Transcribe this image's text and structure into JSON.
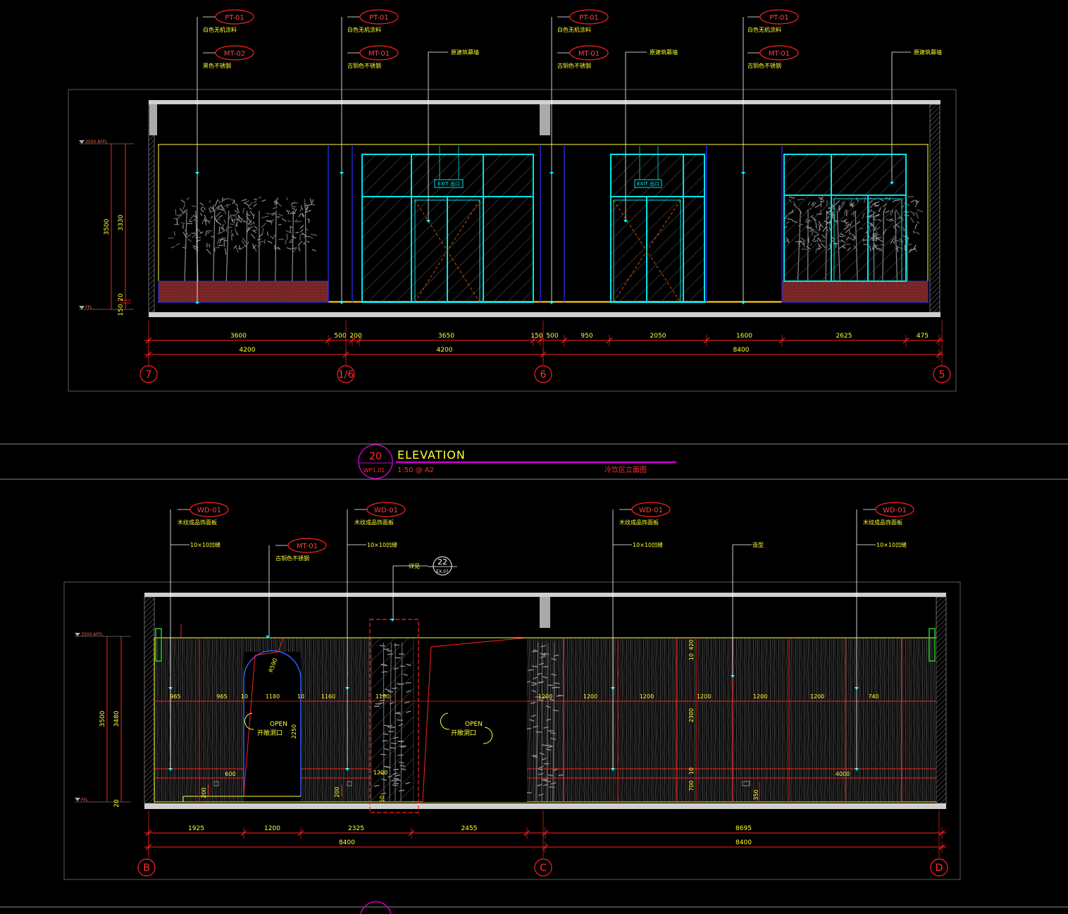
{
  "colors": {
    "background": "#000000",
    "dimension": "#ff2020",
    "text": "#ffff33",
    "glass_frame": "#00e5e5",
    "wall": "#c8c8c8",
    "wood_panel": "#1a1a1a",
    "planter": "#8b2a2a",
    "title_circle": "#cc00cc"
  },
  "top_elevation": {
    "tags": [
      {
        "code": "PT-01",
        "note": "白色无机涂料"
      },
      {
        "code": "MT-02",
        "note": "黑色不锈钢"
      },
      {
        "code": "PT-01",
        "note": "白色无机涂料"
      },
      {
        "code": "MT-01",
        "note": "古铜色不锈钢"
      },
      {
        "code": "PT-01",
        "note": "白色无机涂料"
      },
      {
        "code": "MT-01",
        "note": "古铜色不锈钢"
      },
      {
        "code": "PT-01",
        "note": "白色无机涂料"
      },
      {
        "code": "MT-01",
        "note": "古铜色不锈钢"
      }
    ],
    "curtain_notes": [
      "原建筑幕墙",
      "原建筑幕墙",
      "原建筑幕墙"
    ],
    "exit_signs": [
      "EXIT 出口",
      "EXIT 出口"
    ],
    "levels": {
      "top": "3500 AFFL",
      "bottom": "FFL"
    },
    "vertical_dims": [
      "3500",
      "3330",
      "150",
      "20"
    ],
    "dims_row1": [
      "3600",
      "500",
      "200",
      "3650",
      "150",
      "500",
      "950",
      "2050",
      "1600",
      "2625",
      "475"
    ],
    "dims_row2": [
      "4200",
      "4200",
      "8400"
    ],
    "grid_labels": [
      "7",
      "1/6",
      "6",
      "5"
    ]
  },
  "title_block": {
    "number": "20",
    "sheet_ref": "WP1.01",
    "title": "ELEVATION",
    "scale": "1:50 @ A2",
    "subtitle": "冷饮区立面图"
  },
  "bottom_elevation": {
    "tags": [
      {
        "code": "WD-01",
        "note": "木纹成品饰面板"
      },
      {
        "code": "MT-01",
        "note": "古铜色不锈钢"
      },
      {
        "code": "WD-01",
        "note": "木纹成品饰面板"
      },
      {
        "code": "WD-01",
        "note": "木纹成品饰面板"
      },
      {
        "code": "WD-01",
        "note": "木纹成品饰面板"
      }
    ],
    "groove_notes": [
      "10×10凹缝",
      "10×10凹缝",
      "10×10凹缝",
      "10×10凹缝"
    ],
    "other_notes": [
      "造型",
      "详见"
    ],
    "detail_ref": {
      "number": "22",
      "sheet": "EX.07"
    },
    "openings": [
      {
        "label": "OPEN",
        "note": "开敞洞口"
      },
      {
        "label": "OPEN",
        "note": "开敞洞口"
      }
    ],
    "levels": {
      "top": "3500 AFFL",
      "bottom": "FFL"
    },
    "vertical_dims": [
      "3500",
      "3480",
      "20"
    ],
    "panel_widths": [
      "965",
      "965",
      "10",
      "1180",
      "10",
      "1160",
      "1180",
      "1200",
      "1200",
      "1200",
      "1200",
      "1200",
      "1200",
      "740"
    ],
    "inner_dims": [
      "600",
      "R590",
      "2250",
      "200",
      "200",
      "1200",
      "50",
      "420",
      "10",
      "2300",
      "10",
      "700",
      "4000",
      "350"
    ],
    "dims_row1": [
      "1925",
      "1200",
      "2325",
      "2455",
      "8695"
    ],
    "dims_row2": [
      "8400",
      "8400"
    ],
    "grid_labels": [
      "B",
      "C",
      "D"
    ]
  }
}
